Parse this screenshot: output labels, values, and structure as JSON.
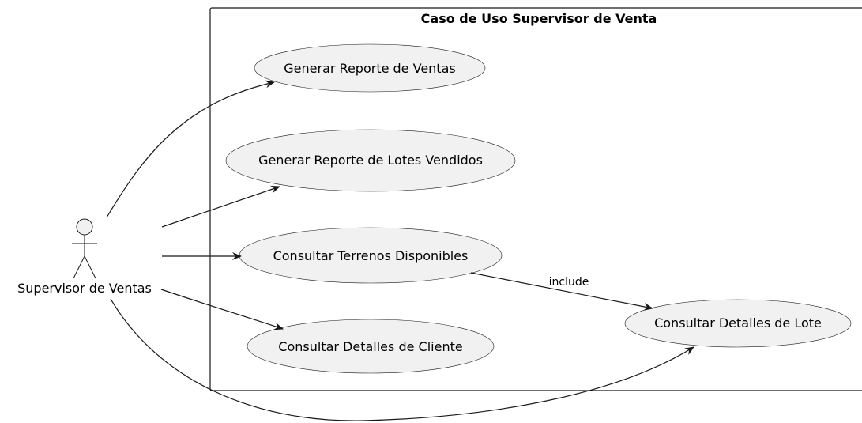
{
  "diagram": {
    "boundary_title": "Caso de Uso Supervisor de Venta",
    "actor": {
      "label": "Supervisor de Ventas"
    },
    "use_cases": [
      {
        "id": "uc-generar-reporte-ventas",
        "label": "Generar Reporte de Ventas"
      },
      {
        "id": "uc-generar-reporte-lotes",
        "label": "Generar Reporte de Lotes Vendidos"
      },
      {
        "id": "uc-consultar-terrenos",
        "label": "Consultar Terrenos Disponibles"
      },
      {
        "id": "uc-consultar-cliente",
        "label": "Consultar Detalles de Cliente"
      },
      {
        "id": "uc-consultar-lote",
        "label": "Consultar Detalles de Lote"
      }
    ],
    "relations": [
      {
        "from": "actor",
        "to": "uc-generar-reporte-ventas",
        "label": ""
      },
      {
        "from": "actor",
        "to": "uc-generar-reporte-lotes",
        "label": ""
      },
      {
        "from": "actor",
        "to": "uc-consultar-terrenos",
        "label": ""
      },
      {
        "from": "actor",
        "to": "uc-consultar-cliente",
        "label": ""
      },
      {
        "from": "actor",
        "to": "uc-consultar-lote",
        "label": ""
      },
      {
        "from": "uc-consultar-terrenos",
        "to": "uc-consultar-lote",
        "label": "include"
      }
    ],
    "colors": {
      "use_case_fill": "#f1f1f1",
      "stroke": "#181818",
      "background": "#ffffff"
    }
  }
}
